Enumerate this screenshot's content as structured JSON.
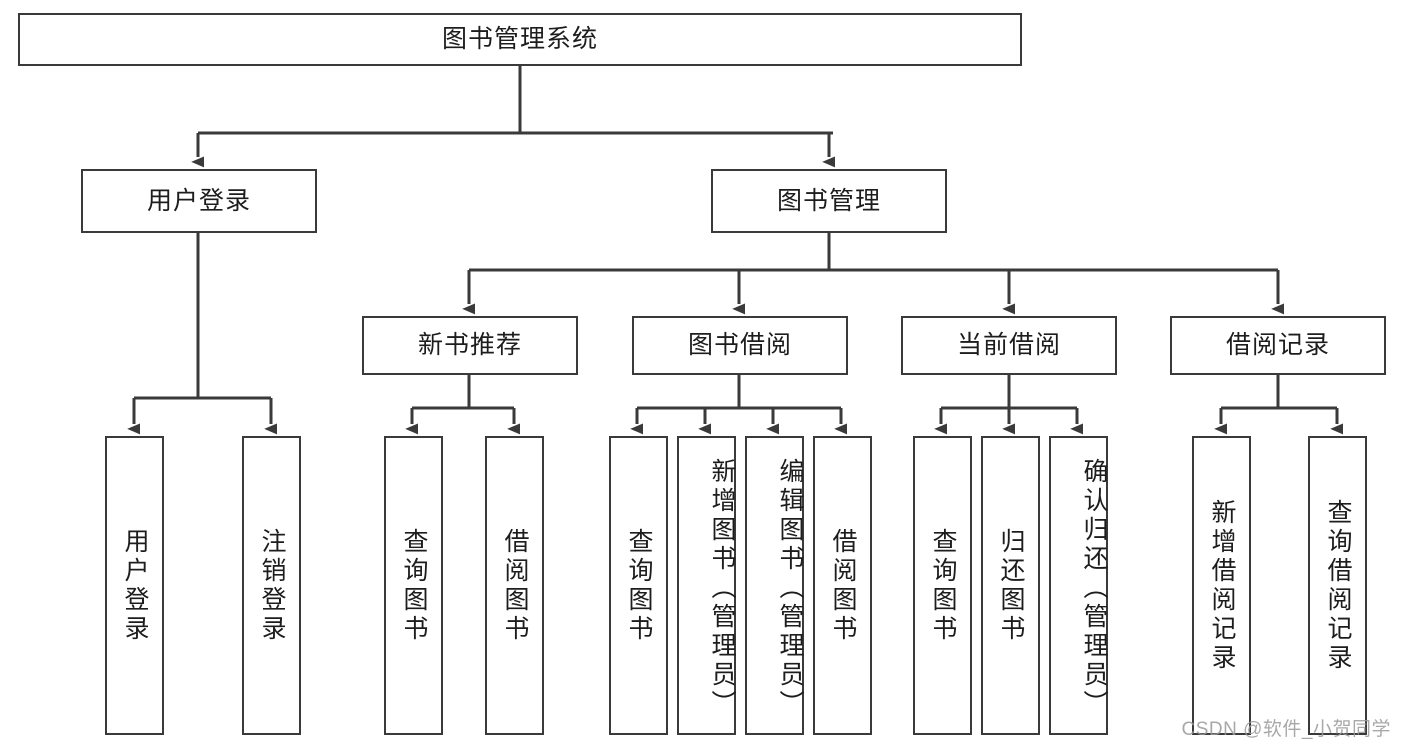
{
  "diagram": {
    "title": "图书管理系统",
    "type": "hierarchy-tree",
    "watermark": "CSDN @软件_小贺同学",
    "colors": {
      "border": "#3a3a3a",
      "text": "#1d1d1d",
      "background": "#ffffff",
      "edge": "#3a3a3a",
      "watermark": "#9a9a9a"
    },
    "nodes": {
      "root": {
        "label": "图书管理系统"
      },
      "level2": [
        {
          "id": "user-login",
          "label": "用户登录"
        },
        {
          "id": "book-manage",
          "label": "图书管理"
        }
      ],
      "level3": [
        {
          "id": "new-book-recommend",
          "label": "新书推荐"
        },
        {
          "id": "book-borrow",
          "label": "图书借阅"
        },
        {
          "id": "current-borrow",
          "label": "当前借阅"
        },
        {
          "id": "borrow-record",
          "label": "借阅记录"
        }
      ],
      "leaves": [
        {
          "id": "leaf-user-login",
          "parent": "user-login",
          "label": "用户登录"
        },
        {
          "id": "leaf-logout",
          "parent": "user-login",
          "label": "注销登录"
        },
        {
          "id": "leaf-query-book-1",
          "parent": "new-book-recommend",
          "label": "查询图书"
        },
        {
          "id": "leaf-borrow-book-1",
          "parent": "new-book-recommend",
          "label": "借阅图书"
        },
        {
          "id": "leaf-query-book-2",
          "parent": "book-borrow",
          "label": "查询图书"
        },
        {
          "id": "leaf-add-book",
          "parent": "book-borrow",
          "label": "新增图书（管理员）"
        },
        {
          "id": "leaf-edit-book",
          "parent": "book-borrow",
          "label": "编辑图书（管理员）"
        },
        {
          "id": "leaf-borrow-book-2",
          "parent": "book-borrow",
          "label": "借阅图书"
        },
        {
          "id": "leaf-query-book-3",
          "parent": "current-borrow",
          "label": "查询图书"
        },
        {
          "id": "leaf-return-book",
          "parent": "current-borrow",
          "label": "归还图书"
        },
        {
          "id": "leaf-confirm-return",
          "parent": "current-borrow",
          "label": "确认归还（管理员）"
        },
        {
          "id": "leaf-add-record",
          "parent": "borrow-record",
          "label": "新增借阅记录"
        },
        {
          "id": "leaf-query-record",
          "parent": "borrow-record",
          "label": "查询借阅记录"
        }
      ]
    }
  }
}
